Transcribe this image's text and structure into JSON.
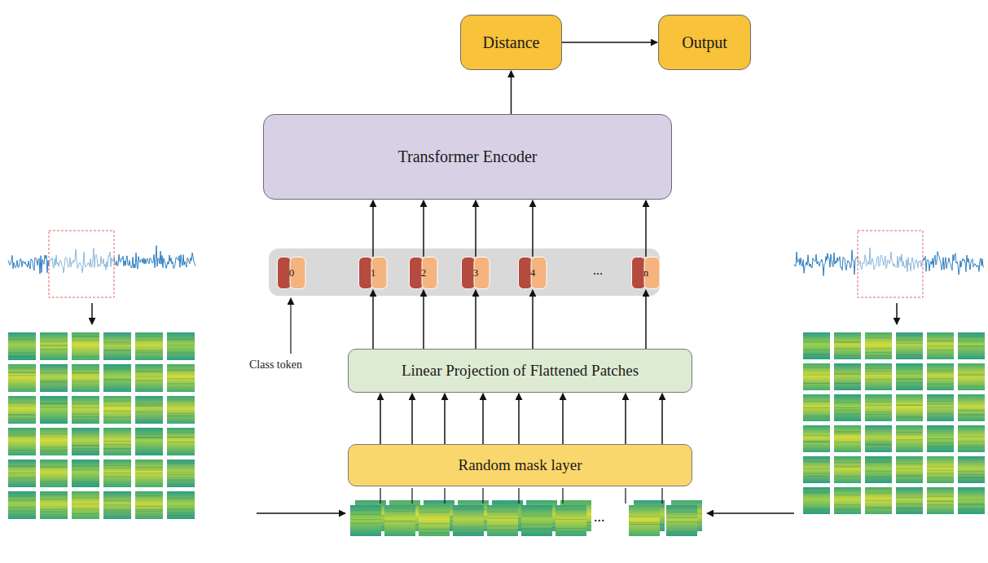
{
  "diagram": {
    "nodes": [
      {
        "text": [
          "Distance"
        ]
      },
      {
        "text": [
          "Output"
        ]
      },
      {
        "text": [
          "Transformer Encoder"
        ]
      },
      {
        "text": [
          "0"
        ]
      },
      {
        "text": [
          "1"
        ]
      },
      {
        "text": [
          "2"
        ]
      },
      {
        "text": [
          "3"
        ]
      },
      {
        "text": [
          "4"
        ]
      },
      {
        "text": [
          "n"
        ]
      },
      {
        "text": [
          "Linear Projection of Flattened Patches"
        ]
      },
      {
        "text": [
          "Random mask layer"
        ]
      }
    ],
    "edges": [
      {
        "from": 0,
        "to": 1,
        "arrow": "to"
      },
      {
        "from": 2,
        "to": 0,
        "arrow": "to"
      },
      {
        "from": 4,
        "to": 2,
        "arrow": "to"
      },
      {
        "from": 5,
        "to": 2,
        "arrow": "to"
      },
      {
        "from": 6,
        "to": 2,
        "arrow": "to"
      },
      {
        "from": 7,
        "to": 2,
        "arrow": "to"
      },
      {
        "from": 8,
        "to": 2,
        "arrow": "to"
      },
      {
        "from": 9,
        "to": 4,
        "arrow": "to"
      },
      {
        "from": 9,
        "to": 5,
        "arrow": "to"
      },
      {
        "from": 9,
        "to": 6,
        "arrow": "to"
      },
      {
        "from": 9,
        "to": 7,
        "arrow": "to"
      },
      {
        "from": 9,
        "to": 8,
        "arrow": "to"
      },
      {
        "from": 10,
        "to": 9,
        "arrow": "to"
      },
      {
        "from": 10,
        "to": 9,
        "arrow": "to"
      },
      {
        "from": 10,
        "to": 9,
        "arrow": "to"
      },
      {
        "from": 10,
        "to": 9,
        "arrow": "to"
      },
      {
        "from": 10,
        "to": 9,
        "arrow": "to"
      },
      {
        "from": 10,
        "to": 9,
        "arrow": "to"
      },
      {
        "from": 10,
        "to": 9,
        "arrow": "to"
      },
      {
        "from": 10,
        "to": 9,
        "arrow": "to"
      }
    ],
    "labels": [
      "...",
      "Class token",
      "..."
    ]
  }
}
